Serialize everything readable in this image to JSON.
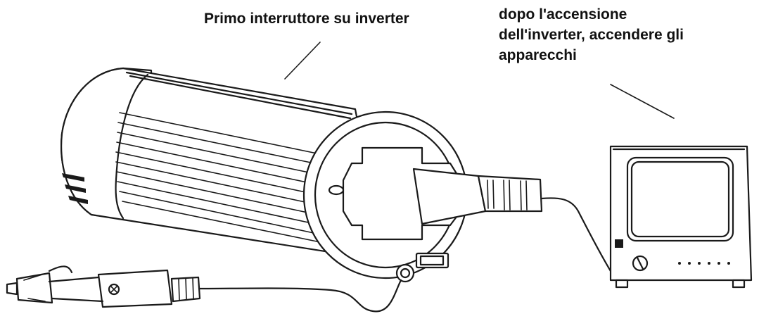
{
  "labels": {
    "inverter_switch": "Primo interruttore su inverter",
    "devices_lines": [
      "dopo l'accensione",
      "dell'inverter, accendere gli",
      "apparecchi"
    ]
  },
  "colors": {
    "line": "#1a1a1a",
    "background": "#ffffff"
  }
}
